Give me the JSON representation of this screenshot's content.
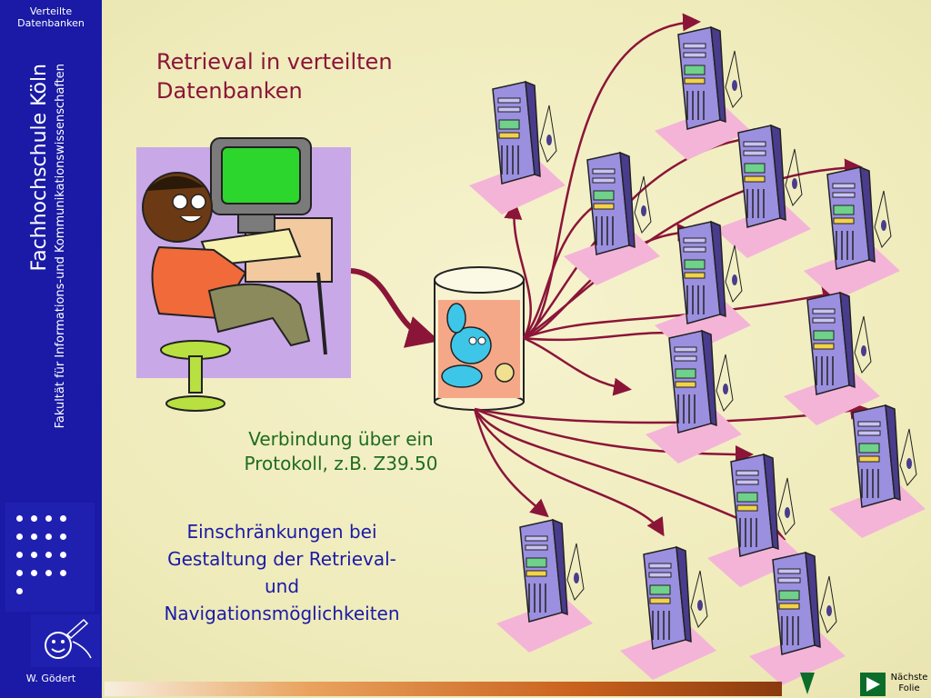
{
  "sidebar": {
    "header": [
      "Verteilte",
      "Datenbanken"
    ],
    "institution": "Fachhochschule Köln",
    "faculty": "Fakultät für Informations-und Kommunikationswissenschaften",
    "author": "W. Gödert"
  },
  "slide": {
    "title": [
      "Retrieval in verteilten",
      "Datenbanken"
    ],
    "caption_protocol": [
      "Verbindung über ein",
      "Protokoll, z.B. Z39.50"
    ],
    "caption_limits": [
      "Einschränkungen bei",
      "Gestaltung der Retrieval-",
      "und",
      "Navigationsmöglichkeiten"
    ]
  },
  "navigation": {
    "next_label": [
      "Nächste",
      "Folie"
    ]
  },
  "colors": {
    "sidebar": "#1a1aa6",
    "title": "#8b1538",
    "caption_green": "#1f6b1f",
    "caption_blue": "#1a1aa6",
    "arrow": "#8b1538",
    "server": "#9b8fe0",
    "server_shadow": "#f4b4d8"
  },
  "icons": {
    "user": "person-at-computer-icon",
    "database": "database-cylinder-icon",
    "server": "server-tower-icon",
    "next": "play-next-icon"
  }
}
